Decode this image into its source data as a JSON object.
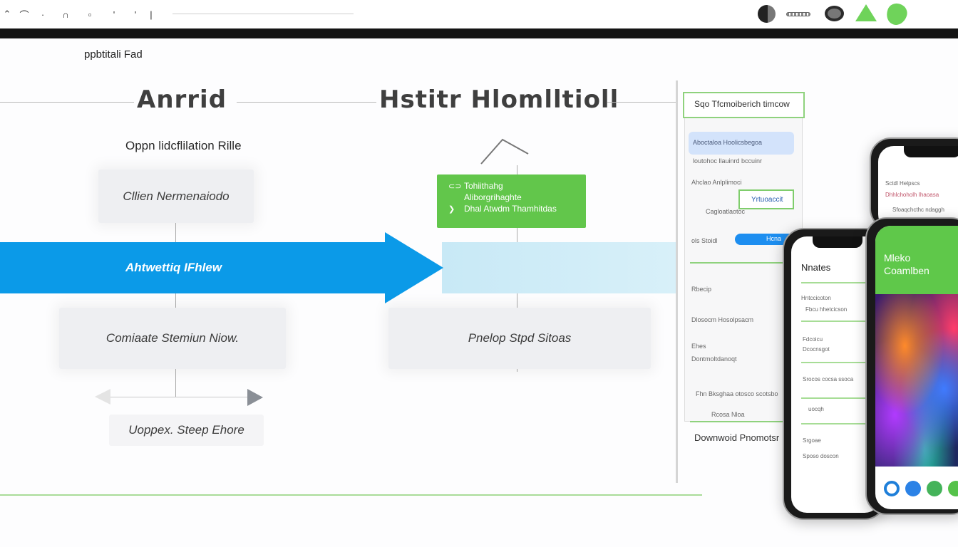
{
  "toolbar": {
    "icons": [
      "cursor-icon",
      "arch-icon",
      "dot-icon",
      "tunnel-icon",
      "square-icon",
      "apostrophe-icon",
      "mark-icon",
      "vertical-bar-icon"
    ],
    "right_icons": [
      "half-circle-icon",
      "dashed-bar-icon",
      "camera-icon",
      "triangle-icon",
      "shield-icon"
    ]
  },
  "document_label": "ppbtitali Fad",
  "left_column": {
    "title": "Anrrid",
    "subtitle": "Oppn lidcflilation Rille",
    "card_top": "Cllien Nermenaiodo",
    "arrow_label": "Ahtwettiq IFhlew",
    "card_middle": "Comiaate Stemiun Niow.",
    "card_bottom": "Uoppex. Steep Ehore"
  },
  "center_column": {
    "title": "Hstitr Hlomlltioll",
    "green_box": {
      "rows": [
        "Tohiithahg",
        "Aliborgrihaghte",
        "Dhal Atwdm Thamhitdas"
      ]
    },
    "card_middle": "Pnelop Stpd Sitoas"
  },
  "panel": {
    "header": "Sqo Tfcmoiberich timcow",
    "blue_row": "Aboctaloa      Hoolicsbegoa",
    "text_rows": [
      "loutohoc llauinrd bccuinr",
      "Ahclao  Anlplimoci",
      "Cagloatlaotoc",
      "ols    Stoidl",
      "Rbecip",
      "Dlosocm   Hosolpsacm",
      "Ehes",
      "Dontmoltdanoqt",
      "Fhn Bksghaa otosco scotsbo",
      "Rcosa   Nloa"
    ],
    "selected": "Yrtuoaccit",
    "pill": "Hcna",
    "footer": "Downwoid Pnomotsr"
  },
  "phone_front": {
    "title": "Nnates",
    "rows": [
      "Hntccicoton",
      "Fbcu hhetcicson",
      "Fdcoicu",
      "Dcocnsgot",
      "Srocos cocsa ssoca",
      "uocqh",
      "Srgoae",
      "Sposo doscon"
    ]
  },
  "phone_side": {
    "header": "Mleko\nCoamlben",
    "dock_icons": [
      "circle-target-icon",
      "app-store-icon",
      "star-badge-icon",
      "chat-bubble-icon"
    ]
  },
  "phone_back": {
    "rows": [
      "Sctdl    Helpscs",
      "Dhhlchoholh  Ihaoasa",
      "Sfoaqchcthc ndaggh"
    ]
  },
  "colors": {
    "accent_blue": "#0b9ae8",
    "accent_green": "#62c64b",
    "panel_green": "#8fd27d"
  }
}
